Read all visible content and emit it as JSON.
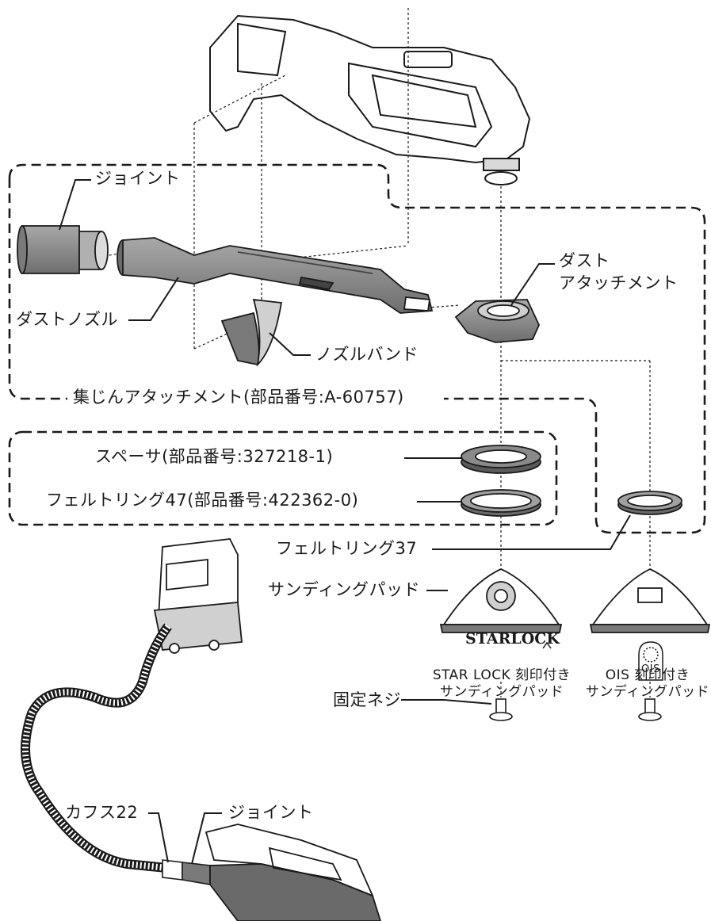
{
  "labels": {
    "joint_top": "ジョイント",
    "dust_nozzle": "ダストノズル",
    "nozzle_band": "ノズルバンド",
    "dust_attachment_line1": "ダスト",
    "dust_attachment_line2": "アタッチメント",
    "attachment_kit": "集じんアタッチメント(部品番号:A-60757)",
    "spacer": "スペーサ(部品番号:327218-1)",
    "felt_ring_47": "フェルトリング47(部品番号:422362-0)",
    "felt_ring_37": "フェルトリング37",
    "sanding_pad": "サンディングパッド",
    "starlock_logo": "STARLOCK",
    "starlock_pad_line1": "STAR LOCK 刻印付き",
    "starlock_pad_line2": "サンディングパッド",
    "ois_logo": "OIS",
    "ois_pad_line1": "OIS 刻印付き",
    "ois_pad_line2": "サンディングパッド",
    "fixing_screw": "固定ネジ",
    "cuff_22": "カフス22",
    "joint_bottom": "ジョイント"
  },
  "colors": {
    "line": "#1a1a1a",
    "part_fill": "#8a8a8a",
    "part_dark": "#5a5a5a",
    "part_light": "#d9d9d9"
  }
}
